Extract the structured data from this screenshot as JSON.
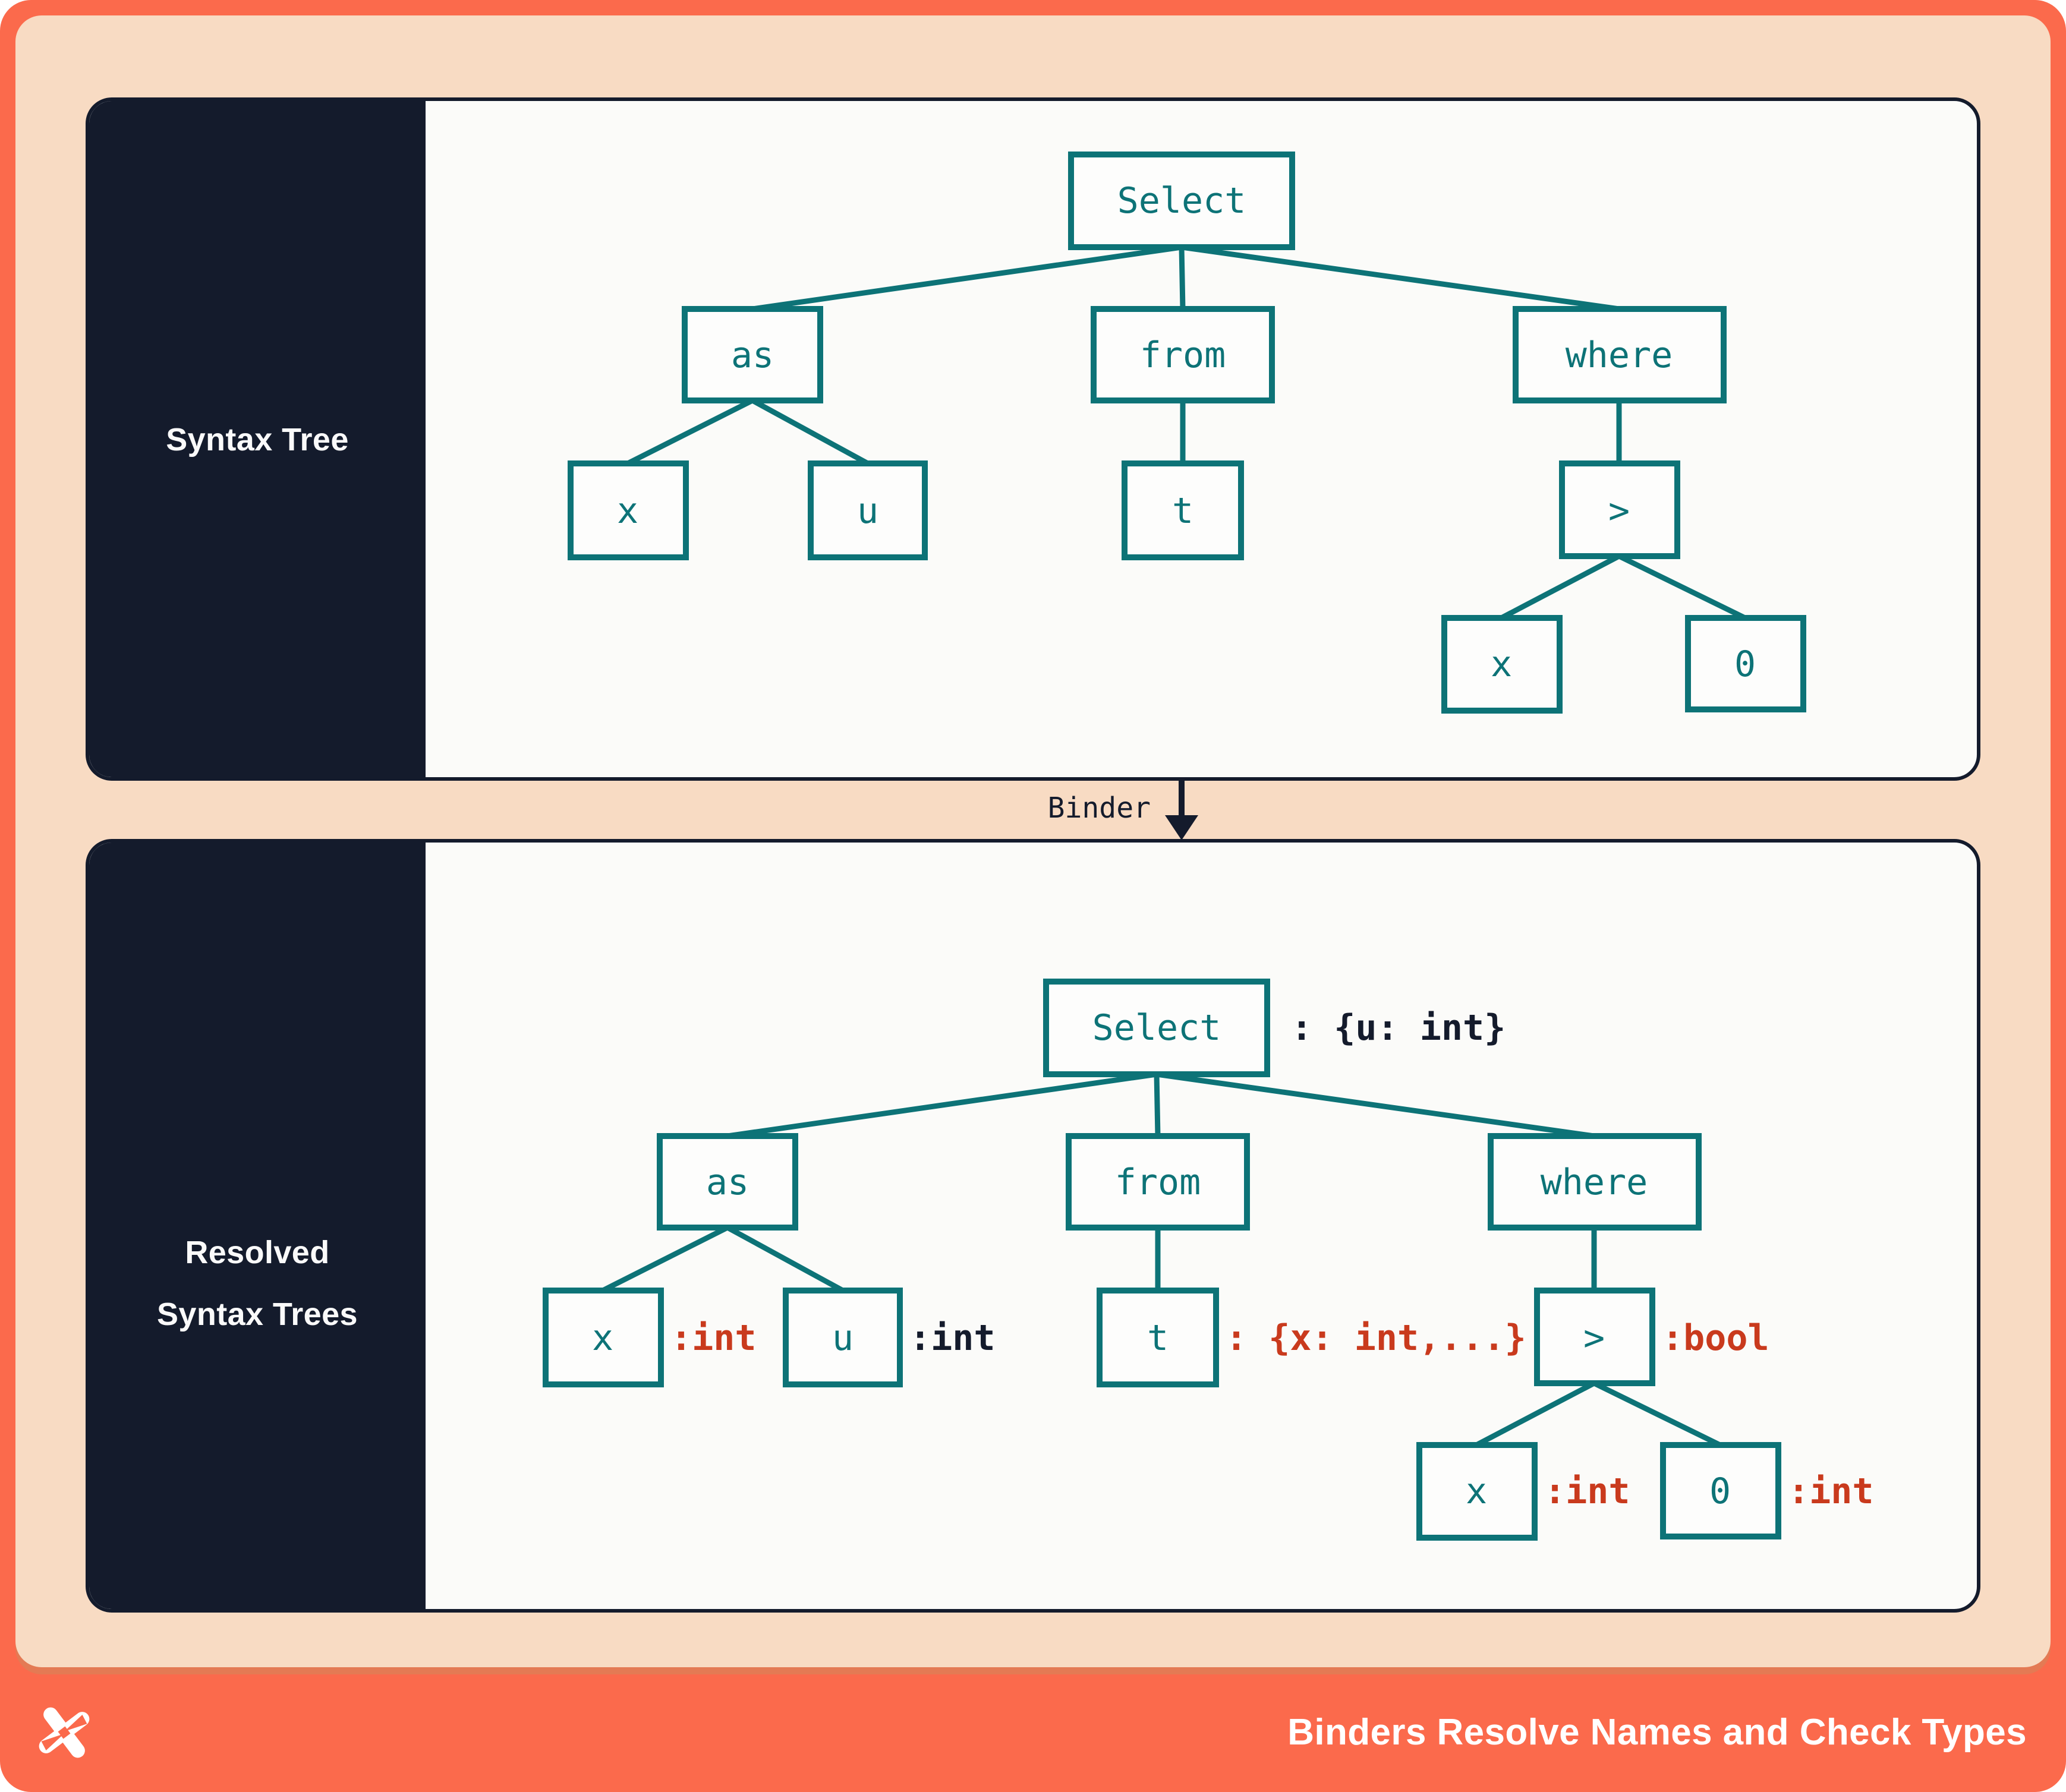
{
  "syntax_panel": {
    "label": "Syntax Tree"
  },
  "resolved_panel": {
    "label_line1": "Resolved",
    "label_line2": "Syntax Trees"
  },
  "binder": {
    "arrow_label": "Binder"
  },
  "footer": {
    "title": "Binders Resolve Names and Check Types",
    "logo_icon": "pinwheel-x-logo"
  },
  "syntax_tree": {
    "nodes": {
      "select": "Select",
      "as": "as",
      "from": "from",
      "where": "where",
      "x": "x",
      "u": "u",
      "t": "t",
      "gt": ">",
      "x2": "x",
      "zero": "0"
    }
  },
  "resolved_tree": {
    "nodes": {
      "select": "Select",
      "as": "as",
      "from": "from",
      "where": "where",
      "x": "x",
      "u": "u",
      "t": "t",
      "gt": ">",
      "x2": "x",
      "zero": "0"
    },
    "annotations": {
      "select": ": {u: int}",
      "x": ":int",
      "u": ":int",
      "t": ": {x: int,...}",
      "gt": ":bool",
      "x2": ":int",
      "zero": ":int"
    }
  },
  "colors": {
    "teal": "#0d7377",
    "red": "#c93a1d",
    "navy": "#141b2c",
    "orange": "#fb6a4c",
    "peach": "#f8dbc3",
    "panel_bg": "#fbfbf9",
    "shadow_orange": "#e47a54"
  }
}
